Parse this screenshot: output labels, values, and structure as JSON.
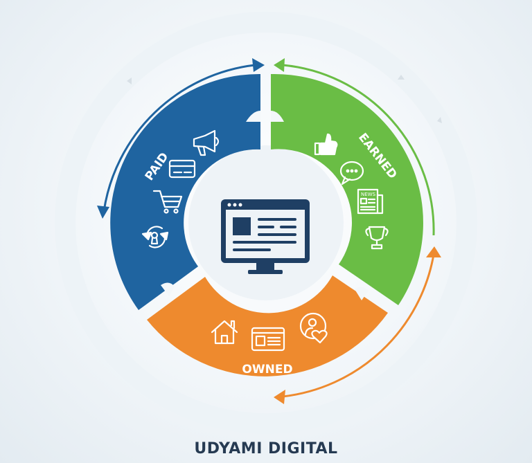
{
  "diagram": {
    "type": "cycle",
    "title": "UDYAMI DIGITAL",
    "center": {
      "icon": "monitor-webpage-icon"
    },
    "segments": [
      {
        "label": "PAID",
        "color": "#1f64a0",
        "icons": [
          "megaphone-icon",
          "credit-card-icon",
          "shopping-cart-icon",
          "cycle-refresh-icon"
        ]
      },
      {
        "label": "EARNED",
        "color": "#6abd45",
        "icons": [
          "thumbs-up-icon",
          "chat-bubble-icon",
          "newspaper-icon",
          "trophy-icon"
        ]
      },
      {
        "label": "OWNED",
        "color": "#ee8a2e",
        "icons": [
          "home-icon",
          "website-icon",
          "user-heart-icon"
        ]
      }
    ],
    "arrows": [
      {
        "from": "PAID",
        "direction": "clockwise-top",
        "color": "#1f64a0"
      },
      {
        "from": "EARNED",
        "direction": "counterclockwise-top",
        "color": "#6abd45"
      },
      {
        "from": "OWNED",
        "direction": "counterclockwise-right",
        "color": "#ee8a2e"
      }
    ],
    "center_color": "#1f3f64"
  }
}
